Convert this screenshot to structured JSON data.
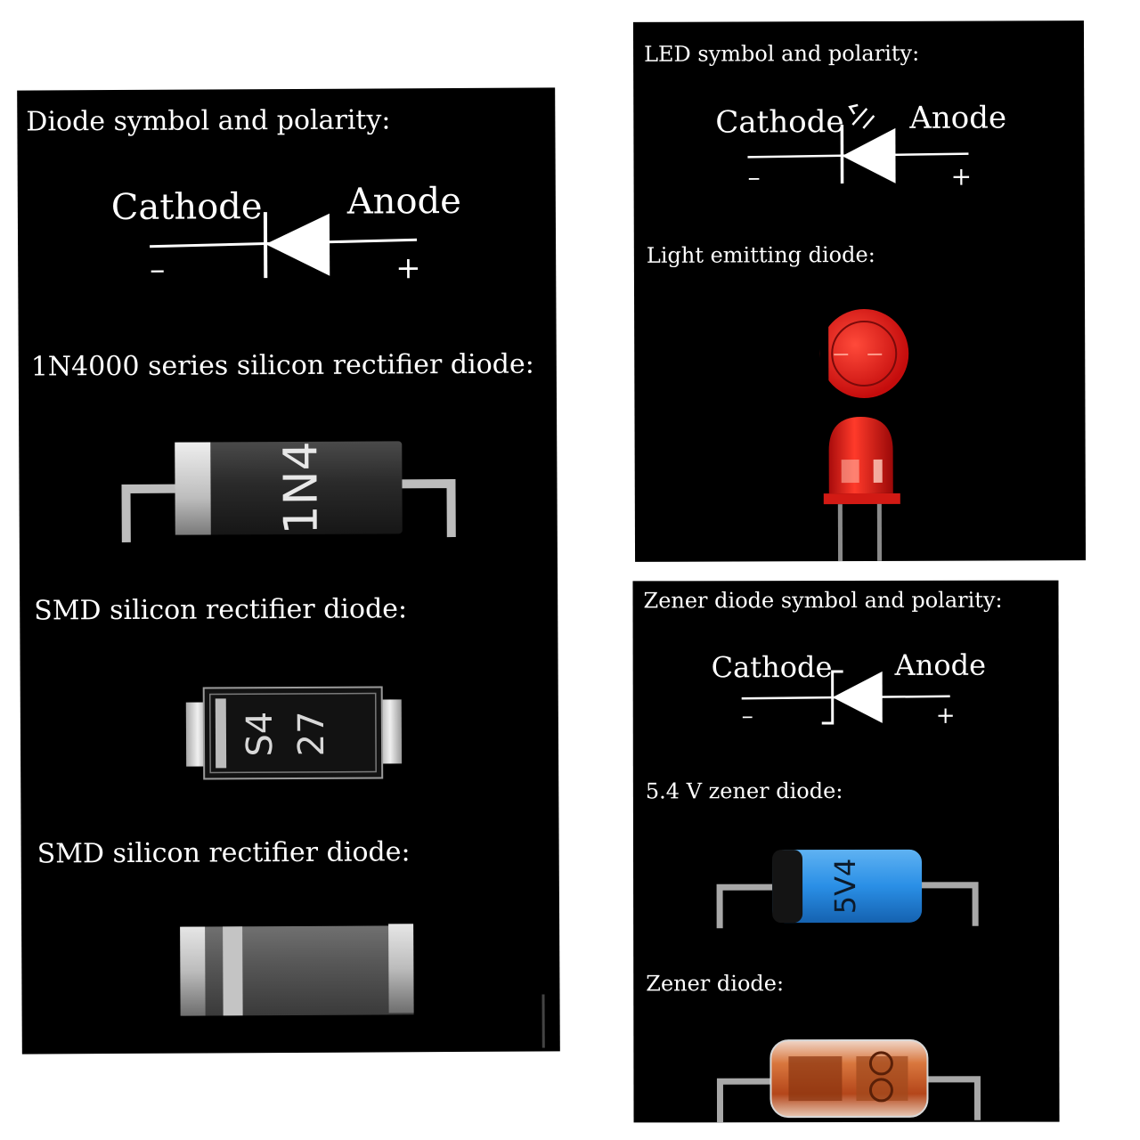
{
  "panel_left": {
    "diode_symbol": {
      "caption": "Diode symbol and polarity:",
      "cathode": "Cathode",
      "anode": "Anode",
      "minus": "–",
      "plus": "+"
    },
    "through_hole": {
      "caption": "1N4000 series silicon rectifier diode:",
      "marking": "1N4"
    },
    "smd_1": {
      "caption": "SMD silicon rectifier diode:",
      "marking_line1": "S4",
      "marking_line2": "27"
    },
    "smd_2": {
      "caption": "SMD silicon rectifier diode:"
    }
  },
  "panel_led": {
    "symbol": {
      "caption": "LED symbol and polarity:",
      "cathode": "Cathode",
      "anode": "Anode",
      "minus": "–",
      "plus": "+"
    },
    "photo": {
      "caption": "Light emitting diode:",
      "color": "#e01414"
    }
  },
  "panel_zener": {
    "symbol": {
      "caption": "Zener diode symbol and polarity:",
      "cathode": "Cathode",
      "anode": "Anode",
      "minus": "–",
      "plus": "+"
    },
    "zener_5v4": {
      "caption": "5.4 V zener diode:",
      "marking": "5V4",
      "color": "#2a8fe6"
    },
    "zener_glass": {
      "caption": "Zener diode:",
      "color": "#c8531d"
    }
  }
}
